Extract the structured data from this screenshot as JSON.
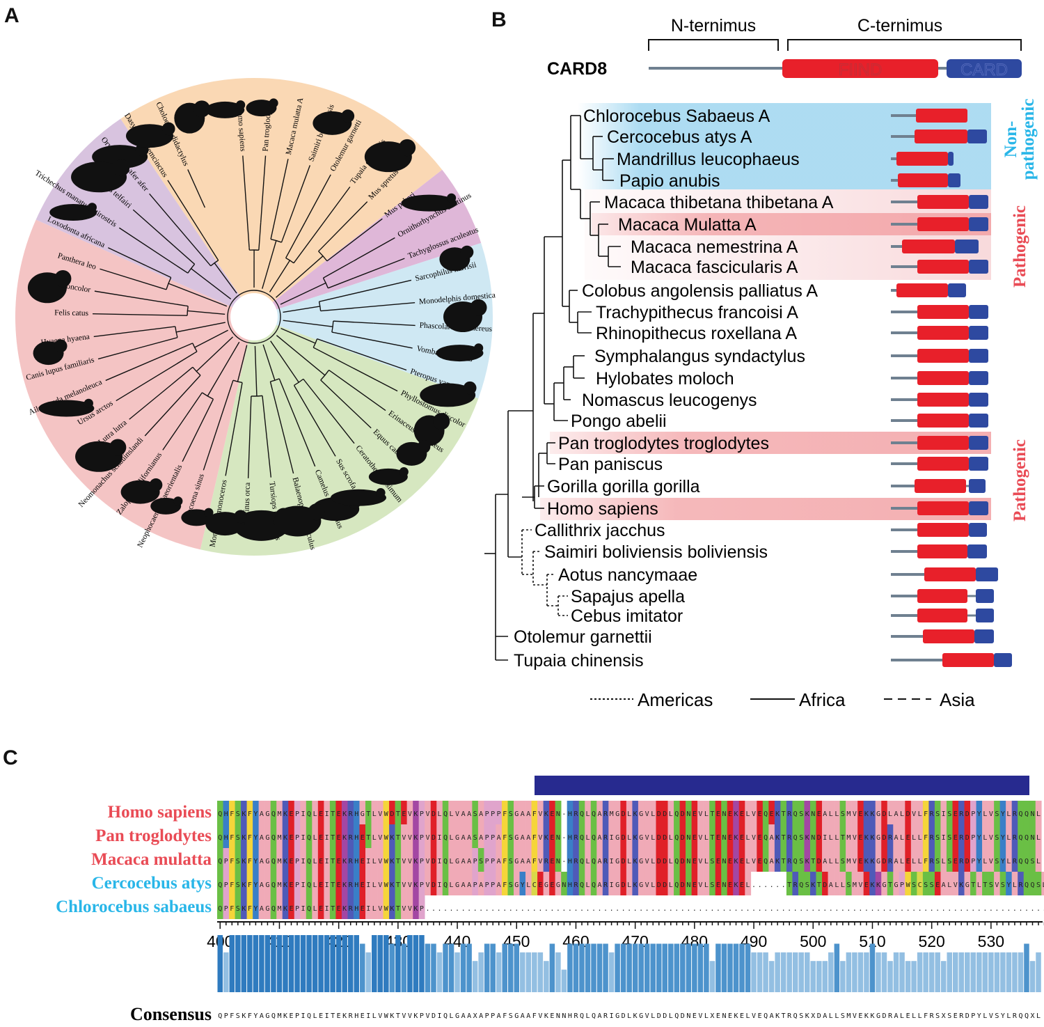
{
  "panel_labels": {
    "a": "A",
    "b": "B",
    "c": "C"
  },
  "colors": {
    "laurasiatheria": "#d6e7c0",
    "afrotheria": "#f4c4c4",
    "xenarthra": "#d8c3df",
    "euarchontoglires": "#fad8b4",
    "monotremata": "#dfb7d8",
    "marsupialia": "#cfe8f3",
    "fiind": "#e8202a",
    "card": "#2e49a0",
    "linker": "#6f8090",
    "pathogenic_label": "#e94b55",
    "nonpathogenic_label": "#29b6e8",
    "nonpathogenic_box": "#9fd6f0",
    "pathogenic_box": "#f2a1a4",
    "helix_bar": "#272a8f"
  },
  "panel_a": {
    "species": [
      "Homo sapiens",
      "Pan troglodytes",
      "Macaca mulatta A",
      "Saimiri boliviensis",
      "Otolemur garnetti",
      "Tupaia chinensis",
      "Mus spretus",
      "Mus pahari",
      "Ornithorhynchus anatinus",
      "Tachyglossus aculeatus",
      "Sarcophilus harrisii",
      "Monodelphis domestica",
      "Phascolarctos cinereus",
      "Vombatus ursinus",
      "Pteropus vampyrus",
      "Phyllostomus discolor",
      "Erinaceus europaeus",
      "Equus caballus",
      "Ceratotherium simum",
      "Sus scrofa",
      "Camelus bactrianus",
      "Balaenoptera musculus",
      "Tursiops truncatus",
      "Orcinus orca",
      "Monodon monoceros",
      "Phocoena sinus",
      "Neophocaena asiaeorientalis",
      "Zalophus californianus",
      "Neomonachus schauinslandi",
      "Lutra lutra",
      "Ursus arctos",
      "Ailuropoda melanoleuca",
      "Canis lupus familiaris",
      "Hyaena hyaena",
      "Felis catus",
      "Puma concolor",
      "Panthera leo",
      "Loxodonta africana",
      "Trichechus manatus latirostris",
      "Echinops telfairi",
      "Orycteropus afer afer",
      "Dasypus novemcinctus",
      "Choloepus didactylus"
    ]
  },
  "panel_b": {
    "domain_header": {
      "n_term": "N-ternimus",
      "c_term": "C-ternimus",
      "protein": "CARD8",
      "fiind": "FIIND",
      "card": "CARD"
    },
    "species": [
      "Chlorocebus Sabaeus A",
      "Cercocebus atys A",
      "Mandrillus leucophaeus",
      "Papio anubis",
      "Macaca thibetana thibetana A",
      "Macaca Mulatta A",
      "Macaca nemestrina A",
      "Macaca fascicularis A",
      "Colobus angolensis palliatus A",
      "Trachypithecus francoisi A",
      "Rhinopithecus roxellana A",
      "Symphalangus syndactylus",
      "Hylobates moloch",
      "Nomascus leucogenys",
      "Pongo abelii",
      "Pan troglodytes troglodytes",
      "Pan paniscus",
      "Gorilla gorilla gorilla",
      "Homo sapiens",
      "Callithrix jacchus",
      "Saimiri boliviensis boliviensis",
      "Aotus nancymaae",
      "Sapajus apella",
      "Cebus imitator",
      "Otolemur garnettii",
      "Tupaia chinensis"
    ],
    "side_labels": {
      "nonpath_line1": "Non-",
      "nonpath_line2": "pathogenic",
      "pathogenic": "Pathogenic"
    },
    "legend": {
      "americas": "Americas",
      "africa": "Africa",
      "asia": "Asia"
    }
  },
  "panel_c": {
    "species_labels": [
      {
        "name": "Homo sapiens",
        "group": "pathogenic"
      },
      {
        "name": "Pan troglodytes",
        "group": "pathogenic"
      },
      {
        "name": "Macaca mulatta",
        "group": "pathogenic"
      },
      {
        "name": "Cercocebus atys",
        "group": "nonpathogenic"
      },
      {
        "name": "Chlorocebus sabaeus",
        "group": "nonpathogenic"
      }
    ],
    "sequences": [
      "QHFSKFYAGQMKEPIQLEITEKRHGTLVWDTEVKPVDLQLVAASAPPPFSGAAFVKEN-HRQLQARMGDLKGVLDDLQDNEVLTENEKELVEQEKTRQSKNEALLSMVEKKGDLALDVLFRSISERDPYLVSYLRQQNL",
      "QHFSKFYAGQMKEPIQLEITEKRHETLVWKTVVKPVDIQLGAASAPPAFSGAAFVKEN-HRQLQARIGDLKGVLDDLQDNEVLTENEKELVEQAKTRQSKNDILLTMVEKKGDRALELLFRSISERDPYLVSYLRQQNL",
      "QPFSKFYAGQMKEPIQLEITEKRHEILVWKTVVKPVDIQLGAAPSPPAFSGAAFVREN-HRQLQARIGDLKGVLDDLQDNEVLSENEKELVEQAKTRQSKTDALLSMVEKKGDRALELLFRSLSERDPYLVSYLRQQSL",
      "QPFSKFYAGQMKEPIQLEITEKRHEILVWKTVVKPVDIQLGAAPAPPAFSGYLCEGEGNHRQLQARIGDLKGVLDDLQDNEVLSENEKEL......TRQSKTDALLSMVEKKGTGPWSCSSEALVKGTLTSVSYLRQQSL",
      "QPFSKFYAGQMKEPIQLEITEKRHEILVWKTVVKP.........................................................................................................."
    ],
    "axis_ticks": [
      "400",
      "410",
      "420",
      "430",
      "440",
      "450",
      "460",
      "470",
      "480",
      "490",
      "500",
      "510",
      "520",
      "530"
    ],
    "consensus_label": "Consensus",
    "consensus": "QPFSKFYAGQMKEPIQLEITEKRHEILVWKTVVKPVDIQLGAAXAPPAFSGAAFVKENNHRQLQARIGDLKGVLDDLQDNEVLXENEKELVEQAKTRQSKXDALLSMVEKKGDRALELLFRSXSERDPYLVSYLRQQXL"
  }
}
